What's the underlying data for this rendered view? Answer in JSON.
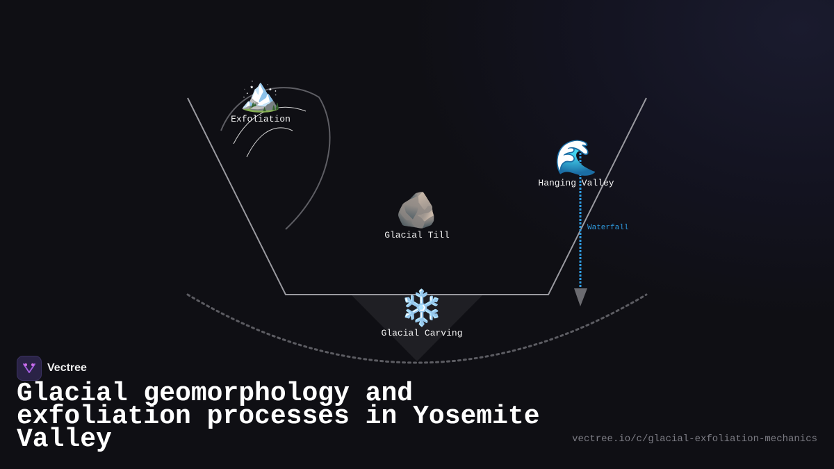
{
  "diagram": {
    "nodes": {
      "exfoliation": {
        "emoji": "🏔️",
        "label": "Exfoliation",
        "icon": "mountain-icon"
      },
      "hanging_valley": {
        "emoji": "🌊",
        "label": "Hanging Valley",
        "icon": "wave-icon"
      },
      "glacial_till": {
        "emoji": "🪨",
        "label": "Glacial Till",
        "icon": "rock-icon"
      },
      "glacial_carving": {
        "emoji": "❄️",
        "label": "Glacial Carving",
        "icon": "snowflake-icon"
      }
    },
    "waterfall_label": "Waterfall",
    "colors": {
      "waterfall": "#2f9be0",
      "valley_line": "#9a9aa0",
      "arrow": "#6b6b70"
    }
  },
  "brand": {
    "name": "Vectree",
    "icon": "vectree-logo-icon"
  },
  "title": "Glacial geomorphology and exfoliation processes in Yosemite Valley",
  "url": "vectree.io/c/glacial-exfoliation-mechanics"
}
